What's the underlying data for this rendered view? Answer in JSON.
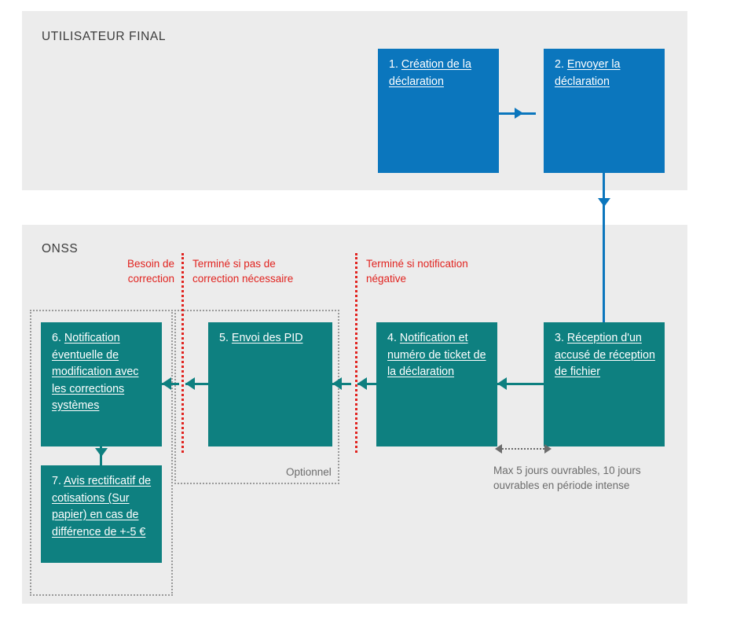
{
  "lanes": {
    "user": {
      "title": "UTILISATEUR FINAL"
    },
    "onss": {
      "title": "ONSS"
    }
  },
  "boxes": {
    "b1": {
      "num": "1.",
      "text": "Création de la déclaration",
      "color": "#0b76bd"
    },
    "b2": {
      "num": "2.",
      "text": "Envoyer la déclaration",
      "color": "#0b76bd"
    },
    "b3": {
      "num": "3.",
      "text": "Réception d'un accusé de réception de fichier",
      "color": "#0e8080"
    },
    "b4": {
      "num": "4.",
      "text": "Notification et numéro de ticket de la déclaration",
      "color": "#0e8080"
    },
    "b5": {
      "num": "5.",
      "text": "Envoi des PID",
      "color": "#0e8080"
    },
    "b6": {
      "num": "6.",
      "text": "Notification éventuelle de modification avec les corrections systèmes",
      "color": "#0e8080"
    },
    "b7": {
      "num": "7.",
      "text": "Avis rectificatif de cotisations (Sur papier) en cas de différence de +-5 €",
      "color": "#0e8080"
    }
  },
  "decision_labels": {
    "l1": "Besoin de correction",
    "l2": "Terminé si pas de correction nécessaire",
    "l3": "Terminé si notification négative",
    "color": "#e1231f"
  },
  "annotations": {
    "optional": "Optionnel",
    "delay": "Max 5 jours ouvrables, 10 jours ouvrables en période intense",
    "color": "#6c6c6c"
  },
  "palette": {
    "blue": "#0b76bd",
    "teal": "#0e8080",
    "lane_bg": "#ececec",
    "page_bg": "#ffffff",
    "red": "#e1231f",
    "gray_text": "#6c6c6c"
  }
}
